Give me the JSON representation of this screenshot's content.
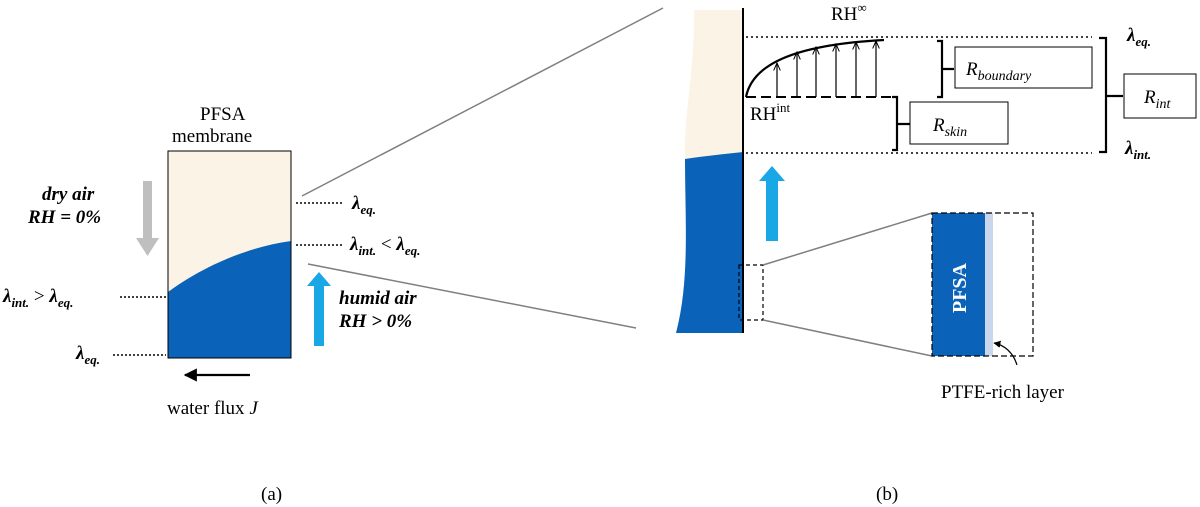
{
  "panel_a": {
    "membrane_label_line1": "PFSA",
    "membrane_label_line2": "membrane",
    "dry_air_line1": "dry air",
    "dry_air_line2": "RH = 0%",
    "humid_air_line1": "humid air",
    "humid_air_line2": "RH > 0%",
    "lambda_symbol": "λ",
    "sub_eq": "eq.",
    "sub_int": "int.",
    "op_lt": " < ",
    "op_gt": " > ",
    "flux_label": "water flux ",
    "flux_var": "J",
    "caption": "(a)"
  },
  "panel_b": {
    "rh_inf_base": "RH",
    "rh_inf_sup": "∞",
    "rh_int_base": "RH",
    "rh_int_sup": "int",
    "r_symbol": "R",
    "r_boundary_sub": "boundary",
    "r_skin_sub": "skin",
    "r_int_sub": "int",
    "lambda_symbol": "λ",
    "sub_eq": "eq.",
    "sub_int": "int.",
    "pfsa_label": "PFSA",
    "ptfe_label": "PTFE-rich layer",
    "caption": "(b)"
  },
  "colors": {
    "membrane_dry": "#fbf3e6",
    "membrane_wet": "#0a63b8",
    "arrow_blue": "#1aa7e6",
    "arrow_gray": "#bfbfbf",
    "ptfe_layer": "#c9d6ec",
    "guide_line": "#7f7f7f"
  }
}
